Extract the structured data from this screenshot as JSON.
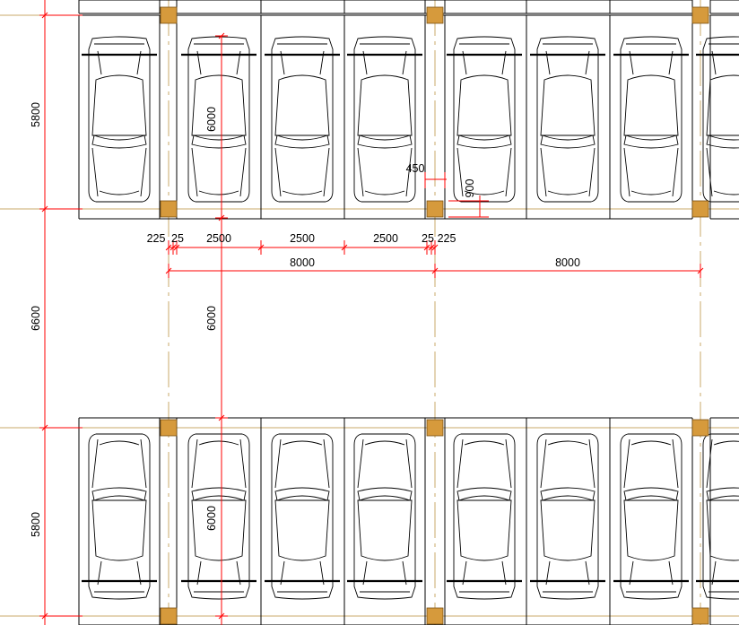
{
  "drawing": {
    "dimensions": {
      "top_bay_depth": "5800",
      "aisle_width": "6600",
      "bottom_bay_depth": "5800",
      "top_stall_length": "6000",
      "aisle_length": "6000",
      "bottom_stall_length": "6000",
      "offset_450": "450",
      "offset_900": "900",
      "edge_225_left": "225",
      "edge_25_left": "25",
      "stall_width_1": "2500",
      "stall_width_2": "2500",
      "stall_width_3": "2500",
      "edge_25_right": "25",
      "edge_225_right": "225",
      "bay_span_1": "8000",
      "bay_span_2": "8000"
    },
    "colors": {
      "dimension": "#ff0000",
      "column_fill": "#d69a3c",
      "axis_line": "#c9a86a",
      "line": "#000000"
    }
  }
}
